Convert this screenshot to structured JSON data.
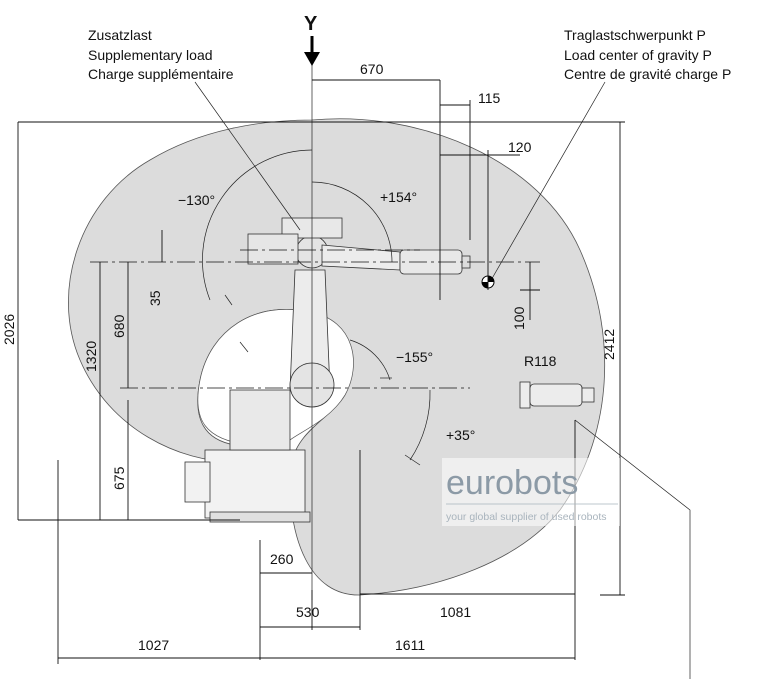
{
  "axis_label": "Y",
  "labels": {
    "supplementary_load": [
      "Zusatzlast",
      "Supplementary load",
      "Charge supplémentaire"
    ],
    "load_center": [
      "Traglastschwerpunkt P",
      "Load center of gravity P",
      "Centre de gravité charge P"
    ]
  },
  "angles": {
    "a_neg130": "−130°",
    "a_pos154": "+154°",
    "a_neg155": "−155°",
    "a_pos35": "+35°"
  },
  "radius_label": "R118",
  "dimensions": {
    "d670": "670",
    "d115": "115",
    "d120": "120",
    "d100": "100",
    "d35": "35",
    "d680": "680",
    "d1320": "1320",
    "d2026": "2026",
    "d675": "675",
    "d2412": "2412",
    "d260": "260",
    "d530": "530",
    "d1081": "1081",
    "d1027": "1027",
    "d1611": "1611"
  },
  "watermark": {
    "brand": "eurobots",
    "tagline": "your global supplier of used robots",
    "color": "#8c9aa6"
  },
  "colors": {
    "envelope_fill": "#dcdcdc",
    "line": "#111111"
  }
}
